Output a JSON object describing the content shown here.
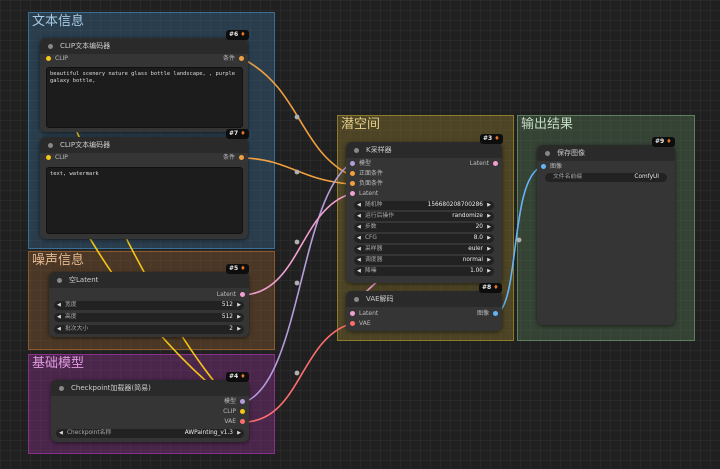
{
  "groups": {
    "text_info": {
      "title": "文本信息",
      "color": "#3a6f96"
    },
    "noise_info": {
      "title": "噪声信息",
      "color": "#8a5a2e"
    },
    "base_model": {
      "title": "基础模型",
      "color": "#8a2f8a"
    },
    "latent_space": {
      "title": "潜空间",
      "color": "#8e7a2b"
    },
    "output": {
      "title": "输出结果",
      "color": "#4f6f4f"
    }
  },
  "nodes": {
    "clip_pos": {
      "id": "#6",
      "title": "CLIP文本编码器",
      "input": "CLIP",
      "output": "条件",
      "text": "beautiful scenery nature glass bottle landscape, , purple galaxy bottle,"
    },
    "clip_neg": {
      "id": "#7",
      "title": "CLIP文本编码器",
      "input": "CLIP",
      "output": "条件",
      "text": "text, watermark"
    },
    "empty_latent": {
      "id": "#5",
      "title": "空Latent",
      "output": "Latent",
      "widgets": [
        {
          "label": "宽度",
          "value": "512"
        },
        {
          "label": "高度",
          "value": "512"
        },
        {
          "label": "批次大小",
          "value": "2"
        }
      ]
    },
    "checkpoint": {
      "id": "#4",
      "title": "Checkpoint加载器(简易)",
      "outputs": [
        "模型",
        "CLIP",
        "VAE"
      ],
      "widget": {
        "label": "Checkpoint名称",
        "value": "AWPainting_v1.3"
      }
    },
    "ksampler": {
      "id": "#3",
      "title": "K采样器",
      "inputs": [
        "模型",
        "正面条件",
        "负面条件",
        "Latent"
      ],
      "output": "Latent",
      "widgets": [
        {
          "label": "随机种",
          "value": "156680208700286"
        },
        {
          "label": "运行后操作",
          "value": "randomize"
        },
        {
          "label": "步数",
          "value": "20"
        },
        {
          "label": "CFG",
          "value": "8.0"
        },
        {
          "label": "采样器",
          "value": "euler"
        },
        {
          "label": "调度器",
          "value": "normal"
        },
        {
          "label": "降噪",
          "value": "1.00"
        }
      ]
    },
    "vae_decode": {
      "id": "#8",
      "title": "VAE解码",
      "inputs": [
        "Latent",
        "VAE"
      ],
      "output": "图像"
    },
    "save_image": {
      "id": "#9",
      "title": "保存图像",
      "input": "图像",
      "widget": {
        "label": "文件名前缀",
        "value": "ComfyUI"
      }
    }
  },
  "colors": {
    "clip": "#f5c518",
    "conditioning": "#f0a040",
    "latent": "#f39fd0",
    "model": "#b39ddb",
    "vae": "#ff6e6e",
    "image": "#64b5f6"
  }
}
